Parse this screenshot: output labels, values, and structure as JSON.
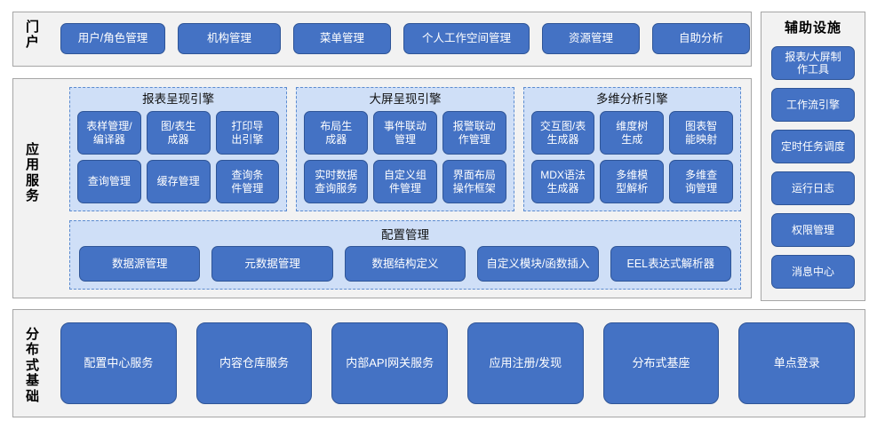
{
  "theme": {
    "button_fill": "#4472C4",
    "button_border": "#2F5597",
    "panel_fill": "#F2F2F2",
    "panel_border": "#A6A6A6",
    "group_fill": "#CFDFF7",
    "group_border": "#5B8BD0",
    "text_on_button": "#FFFFFF"
  },
  "portal": {
    "label": "门\n户",
    "buttons": [
      {
        "label": "用户/角色管理",
        "width": 118
      },
      {
        "label": "机构管理",
        "width": 116
      },
      {
        "label": "菜单管理",
        "width": 110
      },
      {
        "label": "个人工作空间管理",
        "width": 142
      },
      {
        "label": "资源管理",
        "width": 110
      },
      {
        "label": "自助分析",
        "width": 110
      }
    ]
  },
  "aux": {
    "title": "辅助设施",
    "buttons": [
      {
        "label": "报表/大屏制\n作工具"
      },
      {
        "label": "工作流引擎"
      },
      {
        "label": "定时任务调度"
      },
      {
        "label": "运行日志"
      },
      {
        "label": "权限管理"
      },
      {
        "label": "消息中心"
      }
    ]
  },
  "app_services": {
    "label": "应\n用\n服\n务",
    "engines": [
      {
        "title": "报表呈现引擎",
        "items": [
          "表样管理/\n编译器",
          "图/表生\n成器",
          "打印导\n出引擎",
          "查询管理",
          "缓存管理",
          "查询条\n件管理"
        ]
      },
      {
        "title": "大屏呈现引擎",
        "items": [
          "布局生\n成器",
          "事件联动\n管理",
          "报警联动\n作管理",
          "实时数据\n查询服务",
          "自定义组\n件管理",
          "界面布局\n操作框架"
        ]
      },
      {
        "title": "多维分析引擎",
        "items": [
          "交互图/表\n生成器",
          "维度树\n生成",
          "图表智\n能映射",
          "MDX语法\n生成器",
          "多维模\n型解析",
          "多维查\n询管理"
        ]
      }
    ],
    "config": {
      "title": "配置管理",
      "items": [
        "数据源管理",
        "元数据管理",
        "数据结构定义",
        "自定义模块/函数插入",
        "EEL表达式解析器"
      ]
    }
  },
  "base": {
    "label": "分\n布\n式\n基\n础",
    "items": [
      "配置中心服务",
      "内容仓库服务",
      "内部API网关服务",
      "应用注册/发现",
      "分布式基座",
      "单点登录"
    ]
  }
}
